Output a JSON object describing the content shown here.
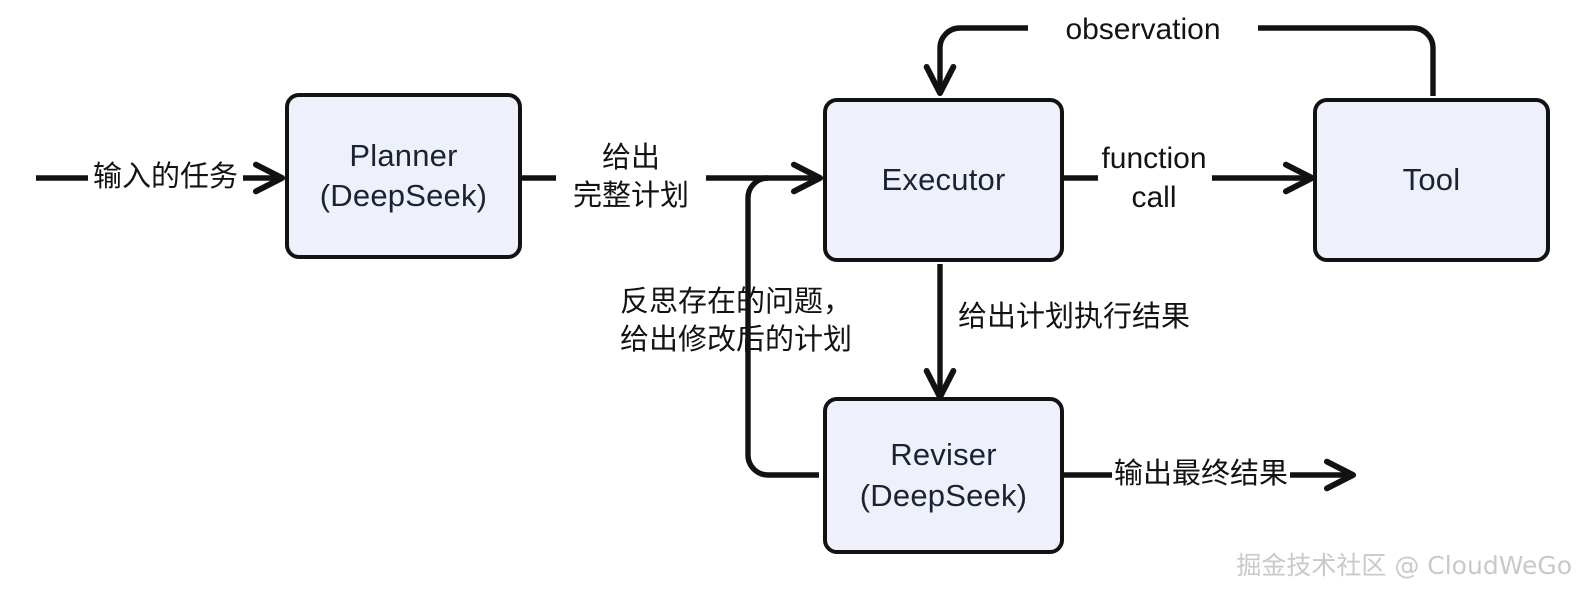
{
  "diagram": {
    "title": "Plan-Execute-Revise agent flow",
    "background": "#ffffff",
    "node_fill": "#eef1fb",
    "node_stroke": "#121212",
    "text_color": "#1c2330",
    "watermark_color": "#c9c9cd",
    "nodes": [
      {
        "id": "planner",
        "line1": "Planner",
        "line2": "(DeepSeek)"
      },
      {
        "id": "executor",
        "line1": "Executor",
        "line2": ""
      },
      {
        "id": "tool",
        "line1": "Tool",
        "line2": ""
      },
      {
        "id": "reviser",
        "line1": "Reviser",
        "line2": "(DeepSeek)"
      }
    ],
    "edges": [
      {
        "id": "input",
        "line1": "输入的任务",
        "line2": ""
      },
      {
        "id": "plan",
        "line1": "给出",
        "line2": "完整计划"
      },
      {
        "id": "function-call",
        "line1": "function",
        "line2": "call"
      },
      {
        "id": "observation",
        "line1": "observation",
        "line2": ""
      },
      {
        "id": "exec-result",
        "line1": "给出计划执行结果",
        "line2": ""
      },
      {
        "id": "reflect",
        "line1": "反思存在的问题，",
        "line2": "给出修改后的计划"
      },
      {
        "id": "final-output",
        "line1": "输出最终结果",
        "line2": ""
      }
    ],
    "watermark": "掘金技术社区 @ CloudWeGo"
  }
}
